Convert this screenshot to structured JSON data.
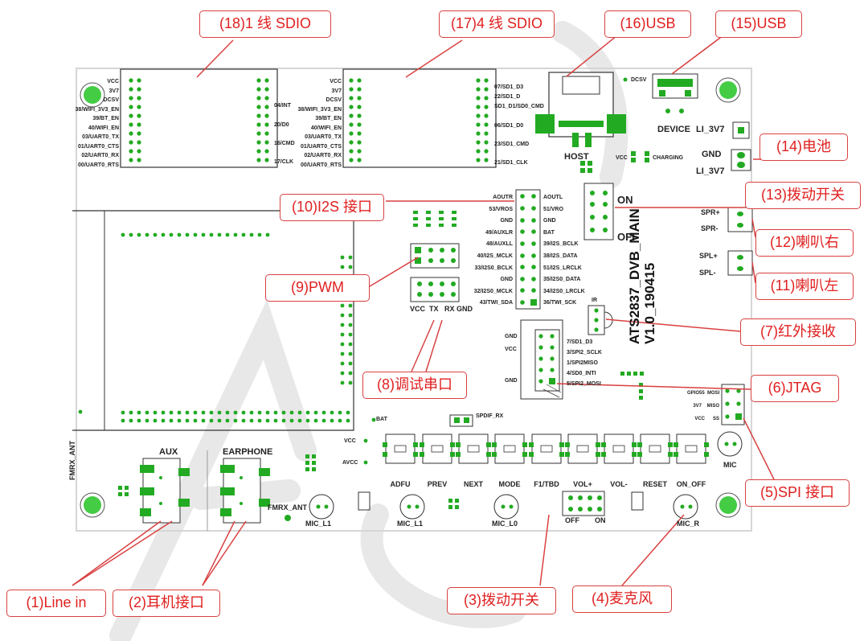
{
  "board": {
    "name": "ATS2837_DVB_MAIN",
    "version": "V1.0_190415"
  },
  "callouts": [
    {
      "id": "sdio1",
      "label": "(18)1 线 SDIO"
    },
    {
      "id": "sdio4",
      "label": "(17)4 线 SDIO"
    },
    {
      "id": "usb16",
      "label": "(16)USB"
    },
    {
      "id": "usb15",
      "label": "(15)USB"
    },
    {
      "id": "battery",
      "label": "(14)电池"
    },
    {
      "id": "toggle13",
      "label": "(13)拨动开关"
    },
    {
      "id": "spk-right",
      "label": "(12)喇叭右"
    },
    {
      "id": "spk-left",
      "label": "(11)喇叭左"
    },
    {
      "id": "i2s",
      "label": "(10)I2S 接口"
    },
    {
      "id": "pwm",
      "label": "(9)PWM"
    },
    {
      "id": "uart",
      "label": "(8)调试串口"
    },
    {
      "id": "ir",
      "label": "(7)红外接收"
    },
    {
      "id": "jtag",
      "label": "(6)JTAG"
    },
    {
      "id": "spi",
      "label": "(5)SPI 接口"
    },
    {
      "id": "mic",
      "label": "(4)麦克风"
    },
    {
      "id": "toggle3",
      "label": "(3)拨动开关"
    },
    {
      "id": "earphone",
      "label": "(2)耳机接口"
    },
    {
      "id": "linein",
      "label": "(1)Line in"
    }
  ],
  "silkscreen": {
    "sdio1_pins_left": [
      "VCC",
      "3V7",
      "DCSV",
      "38/WIFI_3V3_EN",
      "39/BT_EN",
      "40/WIFI_EN",
      "03/UART0_TX",
      "01/UART0_CTS",
      "02/UART0_RX",
      "00/UART0_RTS"
    ],
    "sdio1_pins_right": [
      "04/INT",
      "20/D0",
      "16/CMD",
      "17/CLK"
    ],
    "sdio4_pins_left": [
      "VCC",
      "3V7",
      "DCSV",
      "38/WIFI_3V3_EN",
      "39/BT_EN",
      "40/WIFI_EN",
      "03/UART0_TX",
      "01/UART0_CTS",
      "02/UART0_RX",
      "00/UART0_RTS"
    ],
    "sdio4_pins_right": [
      "07/SD1_D3",
      "22/SD1_D",
      "SD1_D1/SD0_CMD",
      "06/SD1_D0",
      "23/SD1_CMD",
      "21/SD1_CLK"
    ],
    "i2s_left": [
      "AOUTR",
      "53/VROS",
      "GND",
      "49/AUXLR",
      "48/AUXLL",
      "40/I2S_MCLK",
      "33/I2S0_BCLK",
      "GND",
      "32/I2S0_MCLK",
      "43/TWI_SDA"
    ],
    "i2s_right": [
      "AOUTL",
      "51/VRO",
      "GND",
      "BAT",
      "39/I2S_BCLK",
      "38/I2S_DATA",
      "51/I2S_LRCLK",
      "35/I2S0_DATA",
      "34/I2S0_LRCLK",
      "36/TWI_SCK"
    ],
    "jtag_left": [
      "GND",
      "VCC",
      "",
      "GND"
    ],
    "jtag_right": [
      "7/SD1_D3",
      "3/SPI2_SCLK",
      "1/SPI2MISO",
      "4/SD0_INTI",
      "5/SPI2_MOSI"
    ],
    "uart_pins": "VCC  TX   RX GND",
    "spi_pins": [
      "GPIO55  MOSI",
      "3V7    MISO",
      "VCC      SS"
    ],
    "host": "HOST",
    "device": "DEVICE",
    "dcsv": "DCSV",
    "vcc_charging": "VCC",
    "charging": "CHARGING",
    "li_3v7_top": "LI_3V7",
    "gnd": "GND",
    "li_3v7_bottom": "LI_3V7",
    "on": "ON",
    "off": "OFF",
    "spr_plus": "SPR+",
    "spr_minus": "SPR-",
    "spl_plus": "SPL+",
    "spl_minus": "SPL-",
    "ir": "IR",
    "spdif": "SPDIF_RX",
    "bat": "BAT",
    "vcc_mid": "VCC",
    "avcc": "AVCC",
    "aux": "AUX",
    "earphone": "EARPHONE",
    "fmrx_ant_vertical": "FMRX_ANT",
    "fmrx_ant": "FMRX_ANT",
    "mic": "MIC",
    "mic_labels": [
      "MIC_L1",
      "MIC_L1",
      "MIC_L0",
      "MIC_R"
    ],
    "switch_off": "OFF",
    "switch_on": "ON",
    "buttons": [
      "ADFU",
      "PREV",
      "NEXT",
      "MODE",
      "F1/TBD",
      "VOL+",
      "VOL-",
      "RESET",
      "ON_OFF"
    ]
  },
  "colors": {
    "callout_border": "#d94040",
    "callout_text": "#e02020",
    "leader_line": "#d94040",
    "pcb_outline": "#dddddd",
    "pad": "#22aa22",
    "mount_hole": "#44cc44",
    "watermark": "#e6e6e6"
  }
}
